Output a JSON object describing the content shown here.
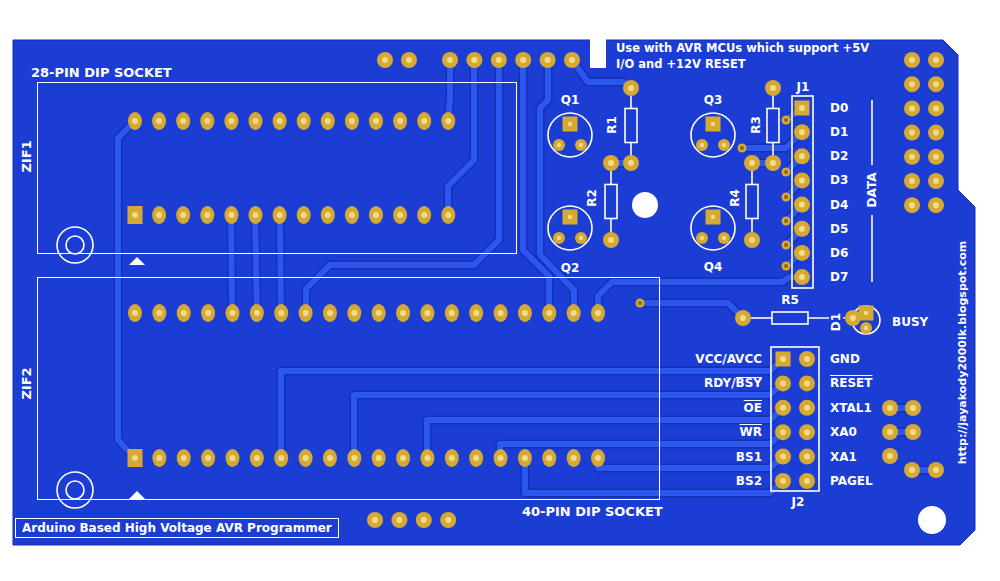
{
  "diagram": {
    "nodes": [
      {
        "text": [
          "28-PIN DIP SOCKET",
          "ZIF1"
        ]
      },
      {
        "text": [
          "ZIF2",
          "40-PIN DIP SOCKET"
        ]
      },
      {
        "text": [
          "Arduino Based High Voltage AVR Programmer"
        ]
      }
    ],
    "labels": [
      "Use with AVR MCUs which support +5V I/O and +12V RESET",
      "Q1",
      "R1",
      "Q3",
      "R3",
      "J1",
      "R2",
      "R4",
      "Q2",
      "Q4",
      "D0",
      "D1",
      "D2",
      "D3",
      "D4",
      "D5",
      "D6",
      "D7",
      "DATA",
      "R5",
      "D1",
      "BUSY",
      "VCC/AVCC",
      "RDY/BSY",
      "OE",
      "WR",
      "BS1",
      "BS2",
      "GND",
      "RESET",
      "XTAL1",
      "XA0",
      "XA1",
      "PAGEL",
      "J2",
      "http://jayakody2000lk.blogspot.com"
    ]
  }
}
